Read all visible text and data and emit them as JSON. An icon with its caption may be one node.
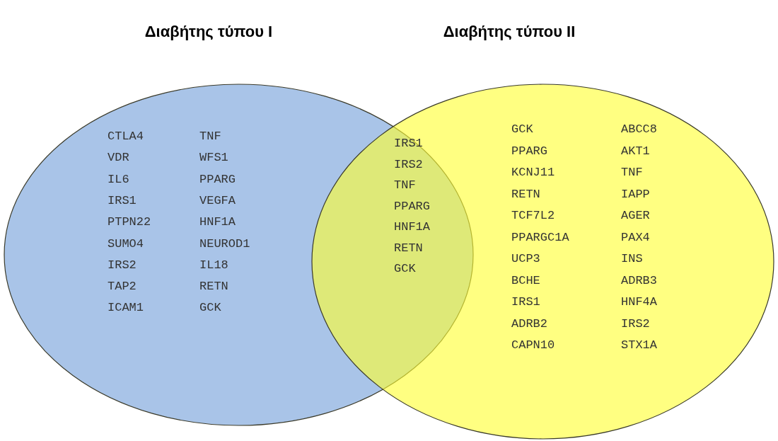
{
  "diagram": {
    "nodes": [
      {
        "text": [
          "Διαβήτης τύπου I",
          "CTLA4",
          "TNF",
          "VDR",
          "WFS1",
          "IL6",
          "PPARG",
          "IRS1",
          "VEGFA",
          "PTPN22",
          "HNF1A",
          "SUMO4",
          "NEUROD1",
          "IRS2",
          "IL18",
          "TAP2",
          "RETN",
          "ICAM1",
          "GCK"
        ]
      },
      {
        "text": [
          "Διαβήτης τύπου II",
          "GCK",
          "ABCC8",
          "PPARG",
          "AKT1",
          "KCNJ11",
          "TNF",
          "RETN",
          "IAPP",
          "TCF7L2",
          "AGER",
          "PPARGC1A",
          "PAX4",
          "UCP3",
          "INS",
          "BCHE",
          "ADRB3",
          "IRS1",
          "HNF4A",
          "ADRB2",
          "IRS2",
          "CAPN10",
          "STX1A"
        ]
      }
    ],
    "labels": [
      "IRS1",
      "IRS2",
      "TNF",
      "PPARG",
      "HNF1A",
      "RETN",
      "GCK"
    ]
  }
}
